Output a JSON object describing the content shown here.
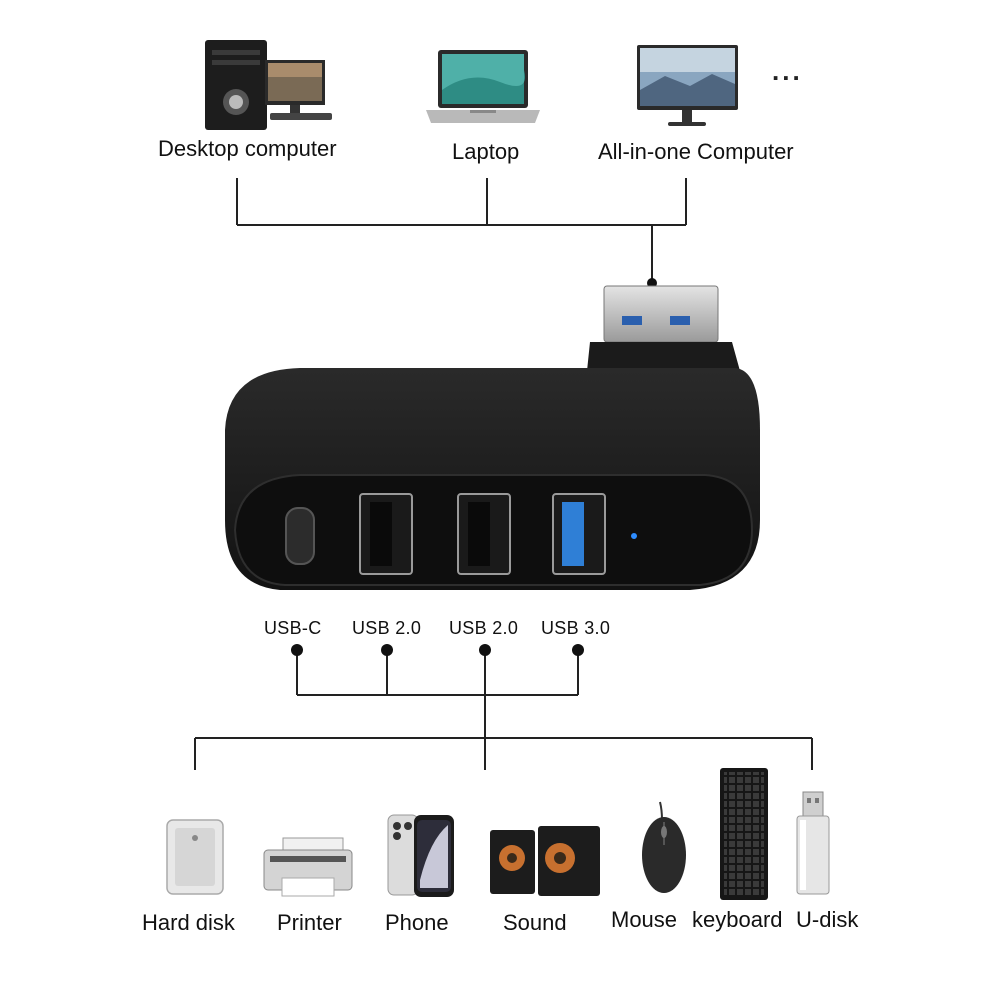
{
  "hosts": {
    "items": [
      {
        "label": "Desktop computer",
        "icon": "desktop-computer-icon"
      },
      {
        "label": "Laptop",
        "icon": "laptop-icon"
      },
      {
        "label": "All-in-one Computer",
        "icon": "all-in-one-computer-icon"
      }
    ],
    "more": "..."
  },
  "ports": [
    {
      "label": "USB-C"
    },
    {
      "label": "USB 2.0"
    },
    {
      "label": "USB 2.0"
    },
    {
      "label": "USB 3.0"
    }
  ],
  "devices": [
    {
      "label": "Hard disk",
      "icon": "hard-disk-icon"
    },
    {
      "label": "Printer",
      "icon": "printer-icon"
    },
    {
      "label": "Phone",
      "icon": "phone-icon"
    },
    {
      "label": "Sound",
      "icon": "speaker-icon"
    },
    {
      "label": "Mouse",
      "icon": "mouse-icon"
    },
    {
      "label": "keyboard",
      "icon": "keyboard-icon"
    },
    {
      "label": "U-disk",
      "icon": "u-disk-icon"
    }
  ],
  "colors": {
    "line": "#222222",
    "hub_body": "#151515",
    "usb3_port": "#2f7fd6",
    "led": "#2d8cff"
  }
}
